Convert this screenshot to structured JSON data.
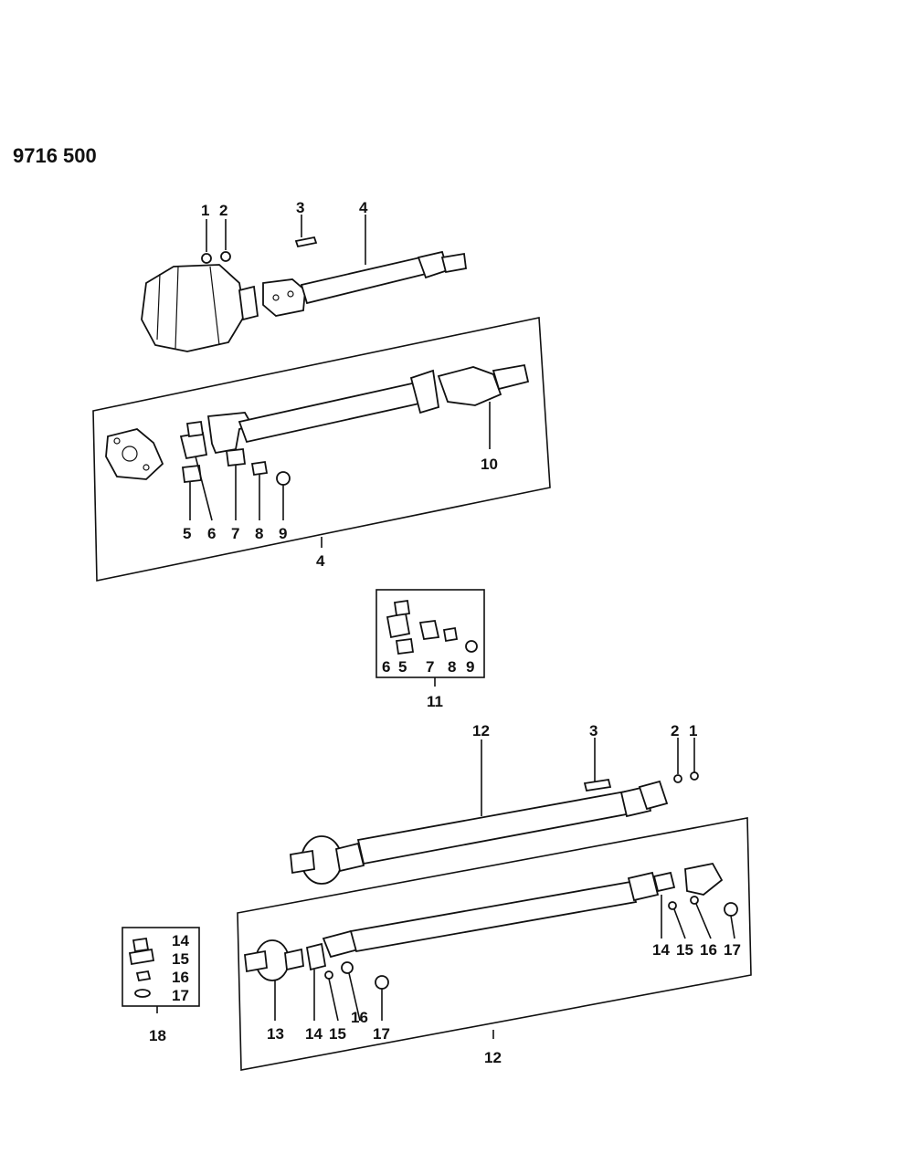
{
  "diagram_number": "9716 500",
  "labels": {
    "top_1": "1",
    "top_2": "2",
    "top_3": "3",
    "top_4": "4",
    "p_5": "5",
    "p_6": "6",
    "p_7": "7",
    "p_8": "8",
    "p_9": "9",
    "p_10": "10",
    "front_assembly": "4",
    "k_6": "6",
    "k_5": "5",
    "k_7": "7",
    "k_8": "8",
    "k_9": "9",
    "kit_11": "11",
    "r_12": "12",
    "r_3": "3",
    "r_2": "2",
    "r_1": "1",
    "k2_14": "14",
    "k2_15": "15",
    "k2_16": "16",
    "k2_17": "17",
    "kit_18": "18",
    "b_13": "13",
    "b_14": "14",
    "b_15": "15",
    "b_16": "16",
    "b_17": "17",
    "c_14": "14",
    "c_15": "15",
    "c_16": "16",
    "c_17": "17",
    "rear_assembly": "12"
  }
}
